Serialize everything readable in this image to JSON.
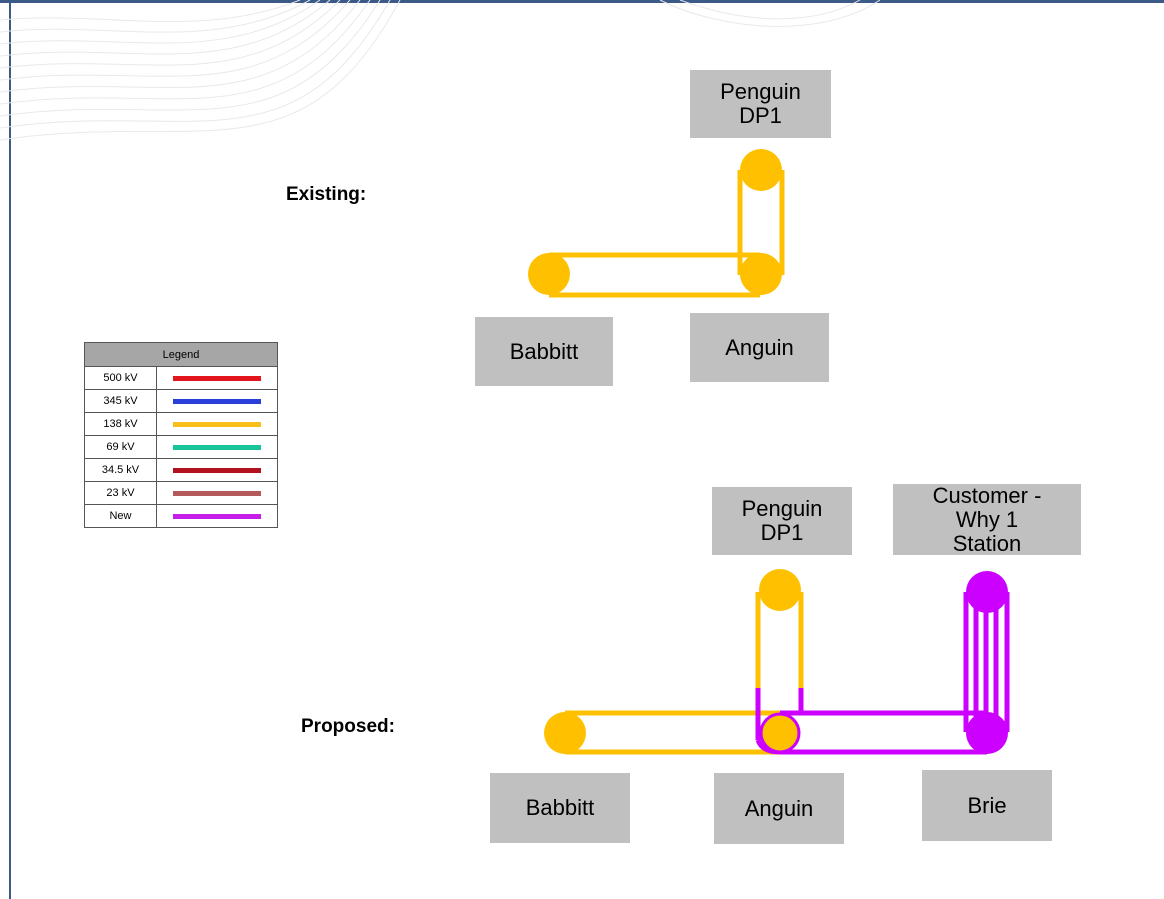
{
  "headings": {
    "existing": "Existing:",
    "proposed": "Proposed:"
  },
  "existing": {
    "penguin": "Penguin\nDP1",
    "babbitt": "Babbitt",
    "anguin": "Anguin"
  },
  "proposed": {
    "penguin": "Penguin\nDP1",
    "customer": "Customer -\nWhy 1\nStation",
    "babbitt": "Babbitt",
    "anguin": "Anguin",
    "brie": "Brie"
  },
  "legend": {
    "title": "Legend",
    "items": [
      {
        "label": "500 kV",
        "color": "#e3141b"
      },
      {
        "label": "345 kV",
        "color": "#2a3fd9"
      },
      {
        "label": "138 kV",
        "color": "#f8be1a"
      },
      {
        "label": "69 kV",
        "color": "#19c49b"
      },
      {
        "label": "34.5 kV",
        "color": "#b0111d"
      },
      {
        "label": "23 kV",
        "color": "#b45a5a"
      },
      {
        "label": "New",
        "color": "#c41ee8"
      }
    ]
  },
  "colors": {
    "kv138": "#ffc000",
    "new": "#cc00ff",
    "box": "#c0c0c0",
    "frame": "#3c5a88"
  }
}
